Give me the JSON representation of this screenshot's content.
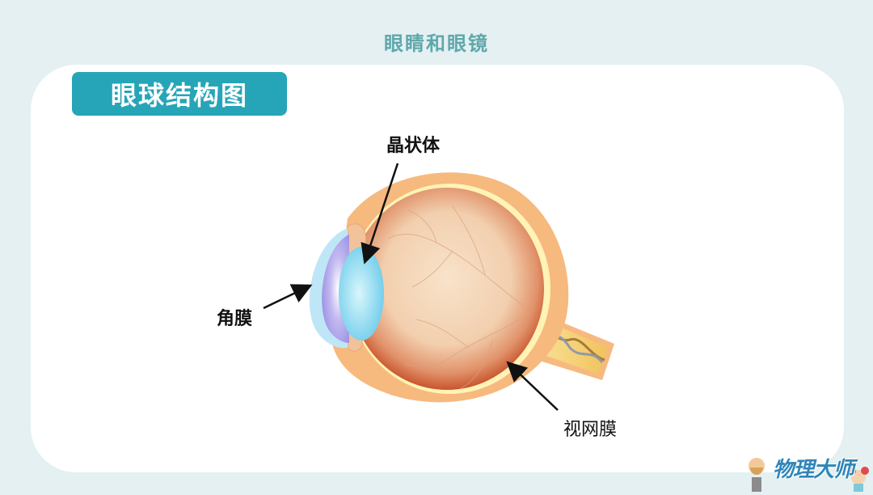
{
  "header": {
    "title": "眼睛和眼镜"
  },
  "section": {
    "badge": "眼球结构图"
  },
  "diagram": {
    "labels": {
      "lens": "晶状体",
      "cornea": "角膜",
      "retina": "视网膜"
    }
  },
  "brand": {
    "logo_text": "物理大师"
  },
  "colors": {
    "background": "#e4f0f2",
    "title": "#5fa8ab",
    "badge": "#27a5b8",
    "card": "#ffffff"
  }
}
